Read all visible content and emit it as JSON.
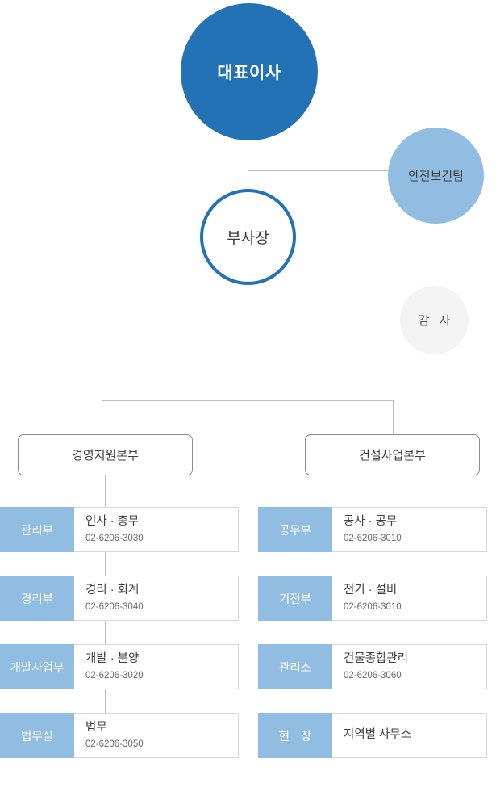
{
  "chart": {
    "title_node": "대표이사",
    "nodes": {
      "ceo": "대표이사",
      "vice_president": "부사장",
      "safety_team": "안전보건팀",
      "auditor": "감 사"
    },
    "divisions": [
      {
        "name": "경영지원본부"
      },
      {
        "name": "건설사업본부"
      }
    ],
    "left_departments": [
      {
        "tag": "관리부",
        "title": "인사 · 총무",
        "phone": "02-6206-3030"
      },
      {
        "tag": "경리부",
        "title": "경리 · 회계",
        "phone": "02-6206-3040"
      },
      {
        "tag": "개발사업부",
        "title": "개발 · 분양",
        "phone": "02-6206-3020"
      },
      {
        "tag": "법무실",
        "title": "법무",
        "phone": "02-6206-3050"
      }
    ],
    "right_departments": [
      {
        "tag": "공무부",
        "title": "공사 · 공무",
        "phone": "02-6206-3010"
      },
      {
        "tag": "기전부",
        "title": "전기 · 설비",
        "phone": "02-6206-3010"
      },
      {
        "tag": "관리소",
        "title": "건물종합관리",
        "phone": "02-6206-3060"
      },
      {
        "tag": "현 장",
        "title": "지역별 사무소",
        "phone": ""
      }
    ],
    "colors": {
      "primary_blue": "#2272b5",
      "light_blue": "#92bde2",
      "audit_gray": "#f4f4f4",
      "line_gray": "#c8c8c8",
      "box_border": "#8d8d8d",
      "text_dark": "#3f3f3f"
    }
  }
}
